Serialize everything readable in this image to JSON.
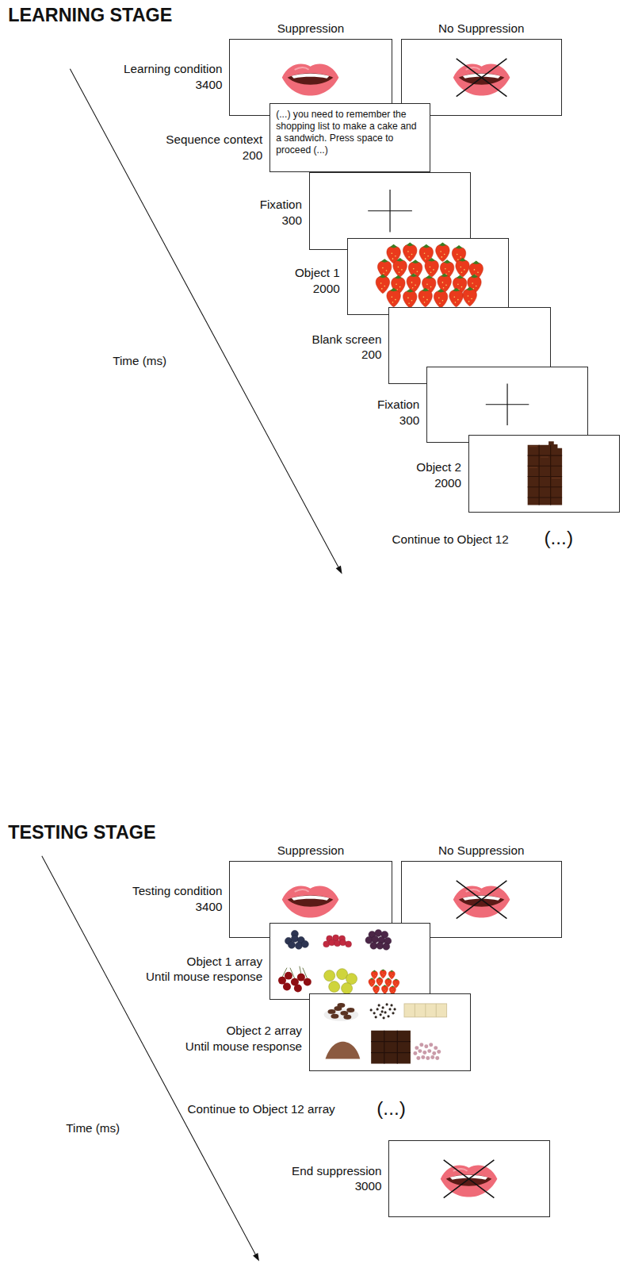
{
  "diagram": {
    "nodes": [
      {
        "text": [
          "Suppression",
          "Learning condition",
          "3400"
        ]
      },
      {
        "text": [
          "No Suppression"
        ]
      },
      {
        "text": [
          "Sequence context",
          "200",
          "(...) you need to remember the shopping list to make a cake and a sandwich. Press space to proceed (...)"
        ]
      },
      {
        "text": [
          "Fixation",
          "300"
        ]
      },
      {
        "text": [
          "Object 1",
          "2000"
        ]
      },
      {
        "text": [
          "Blank screen",
          "200"
        ]
      },
      {
        "text": [
          "Fixation",
          "300"
        ]
      },
      {
        "text": [
          "Object 2",
          "2000"
        ]
      },
      {
        "text": [
          "Suppression",
          "Testing condition",
          "3400"
        ]
      },
      {
        "text": [
          "No Suppression"
        ]
      },
      {
        "text": [
          "Object 1 array",
          "Until mouse response"
        ]
      },
      {
        "text": [
          "Object 2 array",
          "Until mouse response"
        ]
      },
      {
        "text": [
          "End suppression",
          "3000"
        ]
      }
    ],
    "labels": [
      "LEARNING STAGE",
      "Time (ms)",
      "Continue to Object 12",
      "(...)",
      "TESTING STAGE",
      "Time (ms)",
      "Continue to Object 12 array",
      "(...)"
    ]
  }
}
